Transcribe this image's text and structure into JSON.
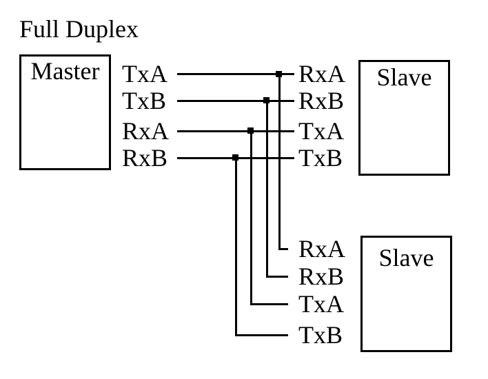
{
  "title": "Full Duplex",
  "master": {
    "label": "Master",
    "pins": [
      "TxA",
      "TxB",
      "RxA",
      "RxB"
    ]
  },
  "slave_top": {
    "label": "Slave",
    "pins": [
      "RxA",
      "RxB",
      "TxA",
      "TxB"
    ]
  },
  "slave_bottom": {
    "label": "Slave",
    "pins": [
      "RxA",
      "RxB",
      "TxA",
      "TxB"
    ]
  },
  "connections": [
    {
      "from": "Master.TxA",
      "to": [
        "SlaveTop.RxA",
        "SlaveBottom.RxA"
      ]
    },
    {
      "from": "Master.TxB",
      "to": [
        "SlaveTop.RxB",
        "SlaveBottom.RxB"
      ]
    },
    {
      "from": "Master.RxA",
      "to": [
        "SlaveTop.TxA",
        "SlaveBottom.TxA"
      ]
    },
    {
      "from": "Master.RxB",
      "to": [
        "SlaveTop.TxB",
        "SlaveBottom.TxB"
      ]
    }
  ],
  "colors": {
    "ink": "#000000",
    "background": "#ffffff"
  }
}
